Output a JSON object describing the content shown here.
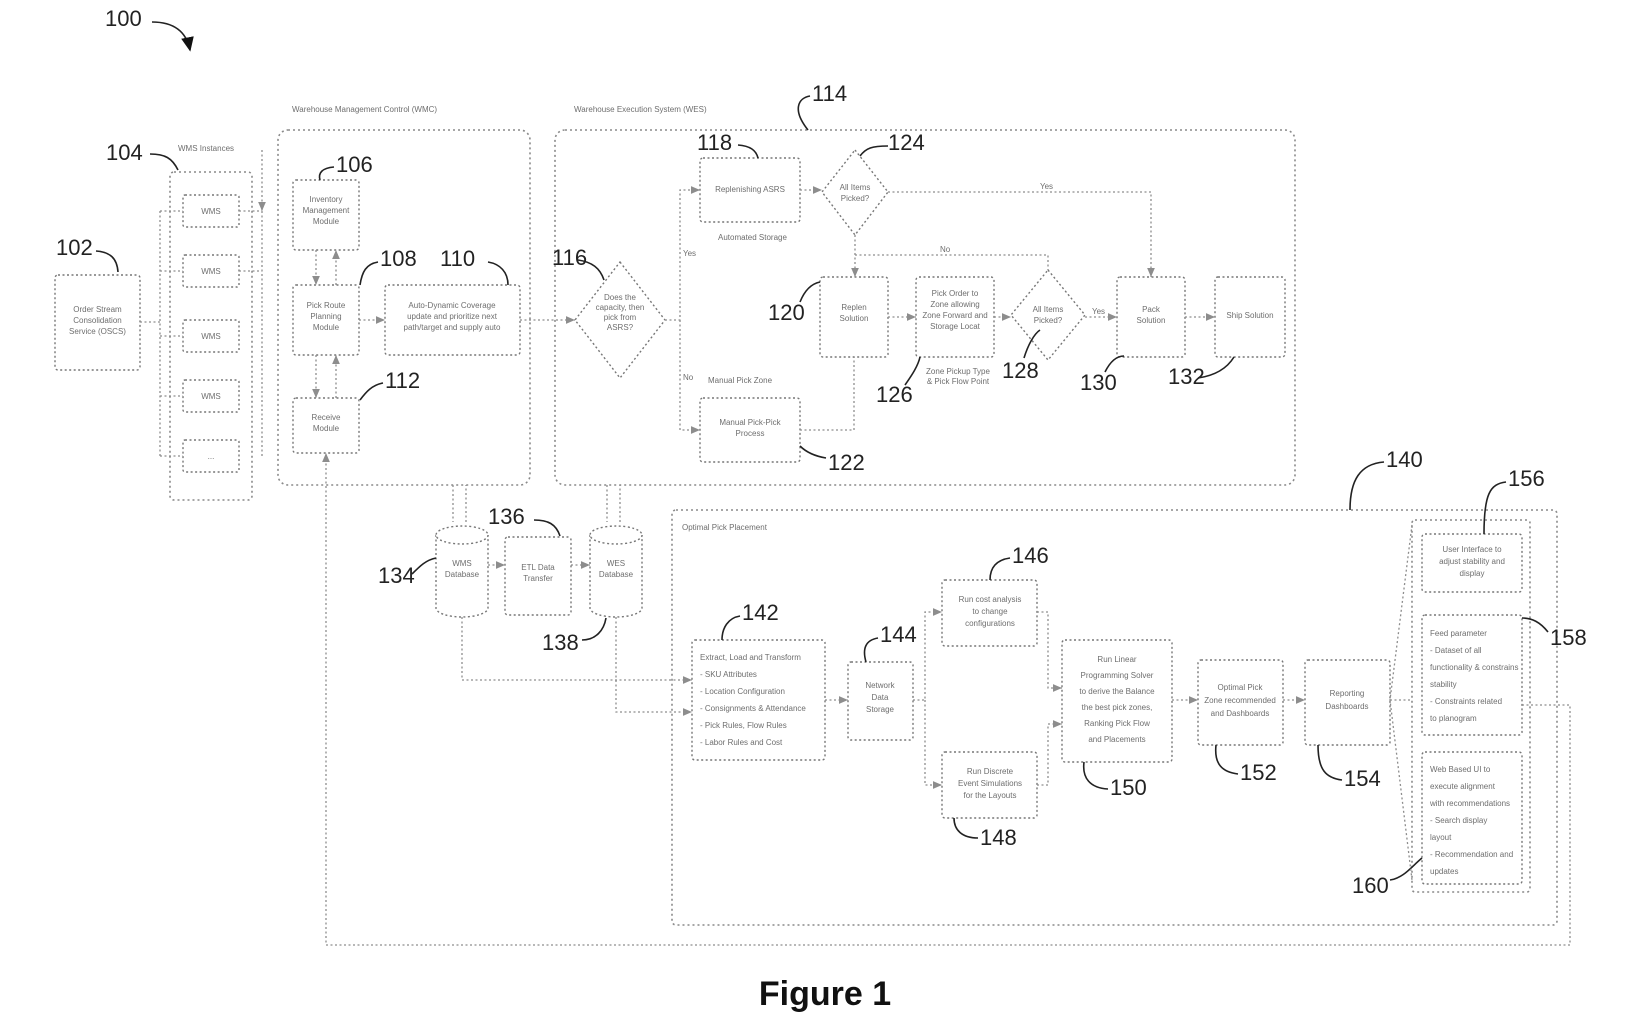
{
  "figure": {
    "caption": "Figure 1",
    "system_ref": "100"
  },
  "regions": {
    "wms_instances": {
      "ref": "104",
      "label": "WMS Instances"
    },
    "warehouse_management": {
      "label": "Warehouse Management Control (WMC)"
    },
    "warehouse_execution": {
      "ref": "114",
      "label": "Warehouse Execution System (WES)"
    },
    "optimal_pick": {
      "ref": "140",
      "label": "Optimal Pick Placement"
    }
  },
  "nodes": {
    "oms": {
      "ref": "102",
      "text": [
        "Order Stream",
        "Consolidation",
        "Service (OSCS)"
      ]
    },
    "wms1": {
      "text": "WMS"
    },
    "wms2": {
      "text": "WMS"
    },
    "wms3": {
      "text": "WMS"
    },
    "wms4": {
      "text": "WMS"
    },
    "wms5": {
      "text": "..."
    },
    "inventory": {
      "ref": "106",
      "text": [
        "Inventory",
        "Management",
        "Module"
      ]
    },
    "pick_route": {
      "ref": "108",
      "text": [
        "Pick Route",
        "Planning",
        "Module"
      ]
    },
    "auto_cover": {
      "ref": "110",
      "text": [
        "Auto-Dynamic Coverage",
        "update and prioritize next",
        "path/target and supply auto"
      ]
    },
    "receive": {
      "ref": "112",
      "text": [
        "Receive",
        "Module"
      ]
    },
    "decision_116": {
      "ref": "116",
      "text": [
        "Does the",
        "capacity, then",
        "pick from",
        "ASRS?"
      ]
    },
    "asrs": {
      "ref": "118",
      "text": "Replenishing ASRS",
      "note": "Automated Storage"
    },
    "all_items": {
      "ref": "124",
      "text": [
        "All Items",
        "Picked?"
      ]
    },
    "replen": {
      "ref": "120",
      "text": [
        "Replen",
        "Solution"
      ]
    },
    "pick_order": {
      "ref": "126",
      "text": [
        "Pick Order to",
        "Zone allowing",
        "Zone Forward and",
        "Storage Locat"
      ],
      "note": [
        "Zone Pickup Type",
        "& Pick Flow Point"
      ]
    },
    "all_items_128": {
      "ref": "128",
      "text": [
        "All Items",
        "Picked?"
      ]
    },
    "pack": {
      "ref": "130",
      "text": [
        "Pack",
        "Solution"
      ]
    },
    "ship": {
      "ref": "132",
      "text": "Ship Solution"
    },
    "manual": {
      "ref": "122",
      "text": [
        "Manual Pick-Pick",
        "Process"
      ],
      "note": "Manual Pick Zone"
    },
    "wms_db": {
      "ref": "134",
      "text": [
        "WMS",
        "Database"
      ]
    },
    "etl": {
      "ref": "136",
      "text": [
        "ETL Data",
        "Transfer"
      ]
    },
    "wes_db": {
      "ref": "138",
      "text": [
        "WES",
        "Database"
      ]
    },
    "extract": {
      "ref": "142",
      "text": [
        "Extract, Load and Transform",
        "- SKU Attributes",
        "- Location Configuration",
        "- Consignments & Attendance",
        "- Pick Rules, Flow Rules",
        "- Labor Rules and Cost"
      ]
    },
    "network": {
      "ref": "144",
      "text": [
        "Network",
        "Data",
        "Storage"
      ]
    },
    "run_cost": {
      "ref": "146",
      "text": [
        "Run cost analysis",
        "to change",
        "configurations"
      ]
    },
    "run_discrete": {
      "ref": "148",
      "text": [
        "Run Discrete",
        "Event Simulations",
        "for the Layouts"
      ]
    },
    "linear_prog": {
      "ref": "150",
      "text": [
        "Run Linear",
        "Programming Solver",
        "to derive the Balance",
        "the best pick zones,",
        "Ranking Pick Flow",
        "and Placements"
      ]
    },
    "optimal_report": {
      "ref": "152",
      "text": [
        "Optimal Pick",
        "Zone recommended",
        "and Dashboards"
      ]
    },
    "reporting": {
      "ref": "154",
      "text": [
        "Reporting",
        "Dashboards"
      ]
    },
    "ui_156": {
      "ref": "156",
      "text": [
        "User Interface to",
        "adjust stability and",
        "display"
      ]
    },
    "feed_158": {
      "ref": "158",
      "text": [
        "Feed parameter",
        "- Dataset of all",
        "functionality & constrains",
        "stability",
        "- Constraints related",
        "to planogram"
      ]
    },
    "web_160": {
      "ref": "160",
      "text": [
        "Web Based UI to",
        "execute alignment",
        "with recommendations",
        "- Search display",
        "layout",
        "- Recommendation and",
        "updates"
      ]
    }
  },
  "edge_labels": {
    "yes_top": "Yes",
    "yes_left": "Yes",
    "no_left": "No",
    "no_mid": "No",
    "yes_mid": "Yes"
  },
  "colors": {
    "line": "#8d8d8d",
    "box_stroke": "#777777",
    "text": "#222222"
  }
}
